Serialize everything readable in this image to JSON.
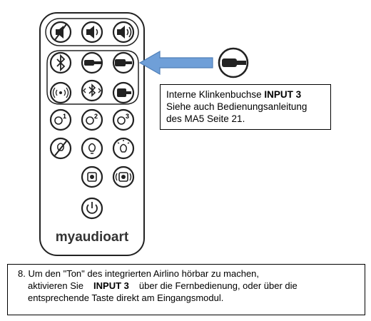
{
  "brand": "myaudioart",
  "remote_buttons": [
    {
      "icon": "mute-icon",
      "row": 1
    },
    {
      "icon": "volume-down-icon",
      "row": 1
    },
    {
      "icon": "volume-up-icon",
      "row": 1
    },
    {
      "icon": "bluetooth-icon",
      "row": 2
    },
    {
      "icon": "input2-plug-icon",
      "row": 2
    },
    {
      "icon": "input3-plug-icon",
      "row": 2
    },
    {
      "icon": "wireless-icon",
      "row": 3
    },
    {
      "icon": "bluetooth-arrows-icon",
      "row": 3
    },
    {
      "icon": "input-plug-icon",
      "row": 3
    },
    {
      "icon": "light-mode-1-icon",
      "row": 4
    },
    {
      "icon": "light-mode-2-icon",
      "row": 4
    },
    {
      "icon": "light-mode-3-icon",
      "row": 4
    },
    {
      "icon": "light-off-icon",
      "row": 5
    },
    {
      "icon": "light-dim-icon",
      "row": 5
    },
    {
      "icon": "light-bright-icon",
      "row": 5
    },
    {
      "icon": "speaker-small-icon",
      "row": 6
    },
    {
      "icon": "speaker-large-icon",
      "row": 6
    },
    {
      "icon": "power-icon",
      "row": 7
    }
  ],
  "callout": {
    "line1_prefix": "Interne Klinkenbuchse ",
    "line1_strong": "INPUT 3",
    "line2": "Siehe auch Bedienungsanleitung",
    "line3": "des MA5 Seite 21."
  },
  "note": {
    "line1": "8. Um den \"Ton\" des integrierten Airlino hörbar zu machen,",
    "line2_prefix": "aktivieren Sie",
    "line2_strong": "INPUT 3",
    "line2_suffix": "über die Fernbedienung, oder über die",
    "line3": "entsprechende Taste direkt am Eingangsmodul."
  },
  "colors": {
    "arrow": "#6f9fd8",
    "arrow_edge": "#4f7fb8",
    "outline": "#222222"
  }
}
